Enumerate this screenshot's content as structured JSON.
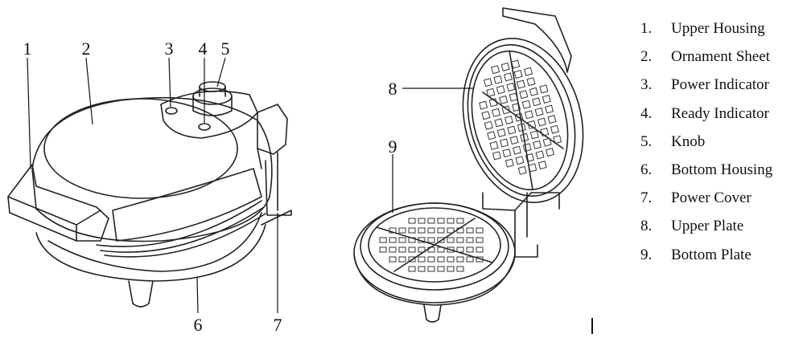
{
  "callouts": [
    "1",
    "2",
    "3",
    "4",
    "5",
    "6",
    "7",
    "8",
    "9"
  ],
  "legend": [
    {
      "num": "1.",
      "label": "Upper Housing"
    },
    {
      "num": "2.",
      "label": "Ornament Sheet"
    },
    {
      "num": "3.",
      "label": "Power Indicator"
    },
    {
      "num": "4.",
      "label": "Ready Indicator"
    },
    {
      "num": "5.",
      "label": "Knob"
    },
    {
      "num": "6.",
      "label": "Bottom Housing"
    },
    {
      "num": "7.",
      "label": "Power Cover"
    },
    {
      "num": "8.",
      "label": "Upper Plate"
    },
    {
      "num": "9.",
      "label": "Bottom Plate"
    }
  ]
}
